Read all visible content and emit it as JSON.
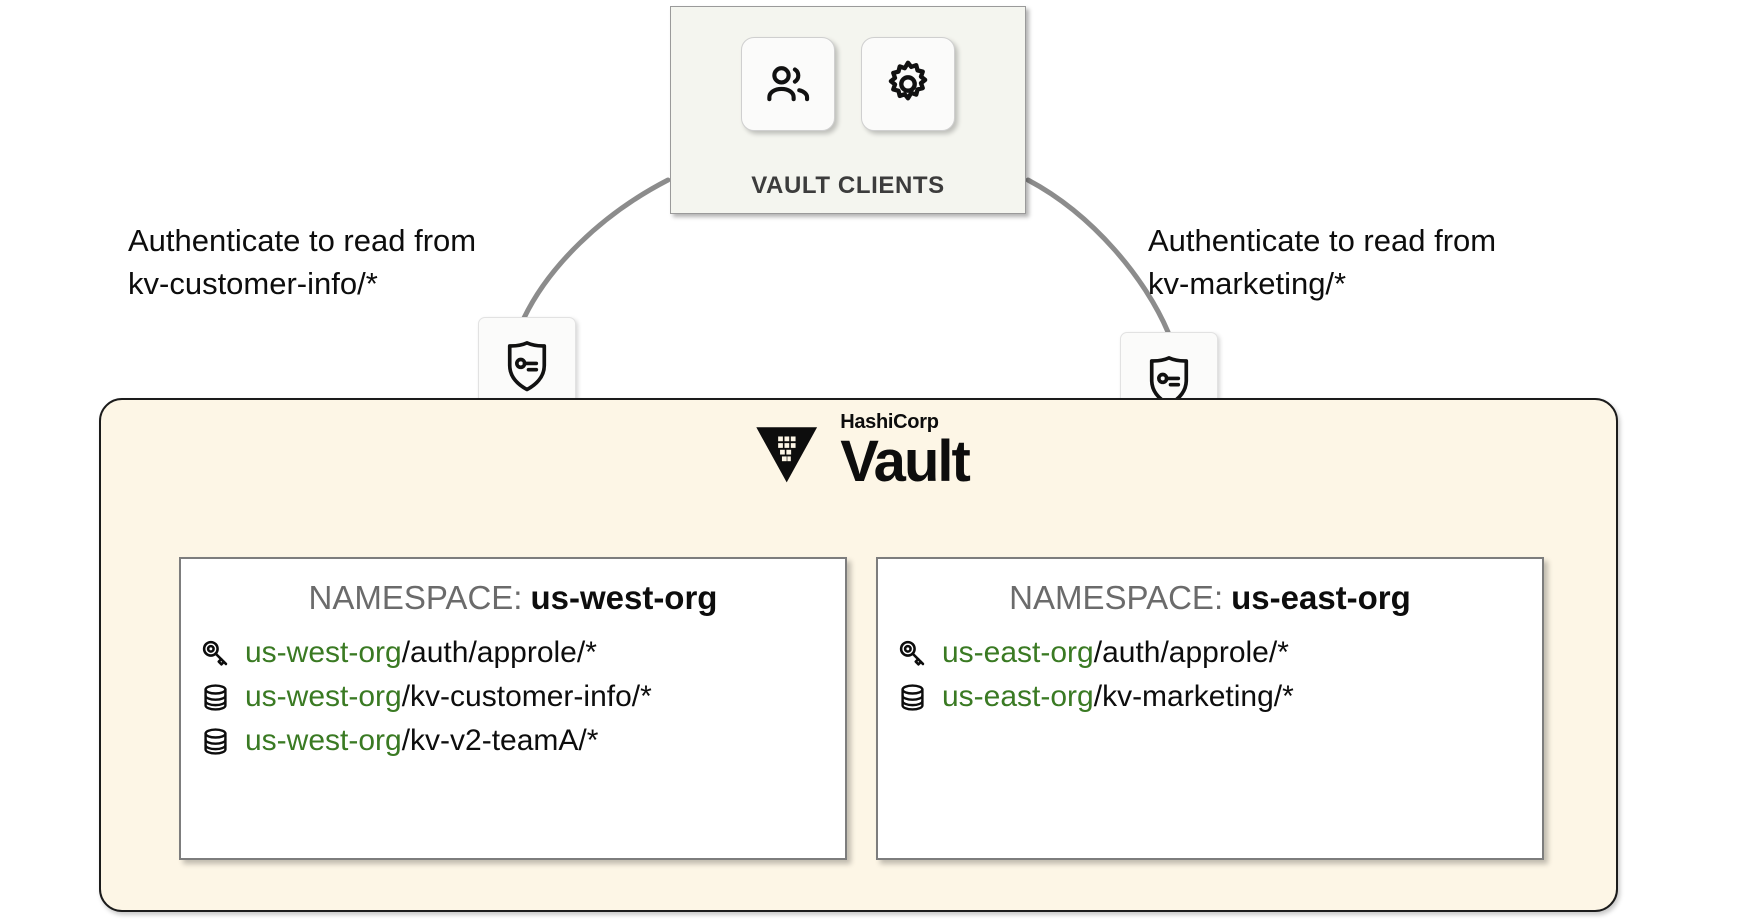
{
  "clients": {
    "label": "VAULT CLIENTS",
    "tiles": [
      {
        "icon": "users-icon",
        "name": "vault-client-users"
      },
      {
        "icon": "gear-icon",
        "name": "vault-client-gear"
      }
    ]
  },
  "annotations": [
    {
      "id": "caption-left",
      "text": "Authenticate to read from\nkv-customer-info/*"
    },
    {
      "id": "caption-right",
      "text": "Authenticate to read from\nkv-marketing/*"
    }
  ],
  "badges": [
    {
      "id": "shield-left",
      "icon": "shield-key-icon"
    },
    {
      "id": "shield-right",
      "icon": "shield-key-icon"
    }
  ],
  "vault": {
    "brand": "HashiCorp",
    "product": "Vault",
    "logo_icon": "vault-logo-icon",
    "background_color": "#fdf6e6"
  },
  "colors": {
    "namespace_prefix_green": "#3a7a23",
    "vault_panel": "#fdf6e6",
    "clients_panel": "#f4f5ef",
    "connector_gray": "#8c8c8c"
  },
  "namespaces": [
    {
      "header_label": "NAMESPACE:",
      "name": "us-west-org",
      "entries": [
        {
          "icon": "key-icon",
          "prefix": "us-west-org",
          "path": "/auth/approle/*"
        },
        {
          "icon": "database-icon",
          "prefix": "us-west-org",
          "path": "/kv-customer-info/*"
        },
        {
          "icon": "database-icon",
          "prefix": "us-west-org",
          "path": "/kv-v2-teamA/*"
        }
      ]
    },
    {
      "header_label": "NAMESPACE:",
      "name": "us-east-org",
      "entries": [
        {
          "icon": "key-icon",
          "prefix": "us-east-org",
          "path": "/auth/approle/*"
        },
        {
          "icon": "database-icon",
          "prefix": "us-east-org",
          "path": "/kv-marketing/*"
        }
      ]
    }
  ]
}
